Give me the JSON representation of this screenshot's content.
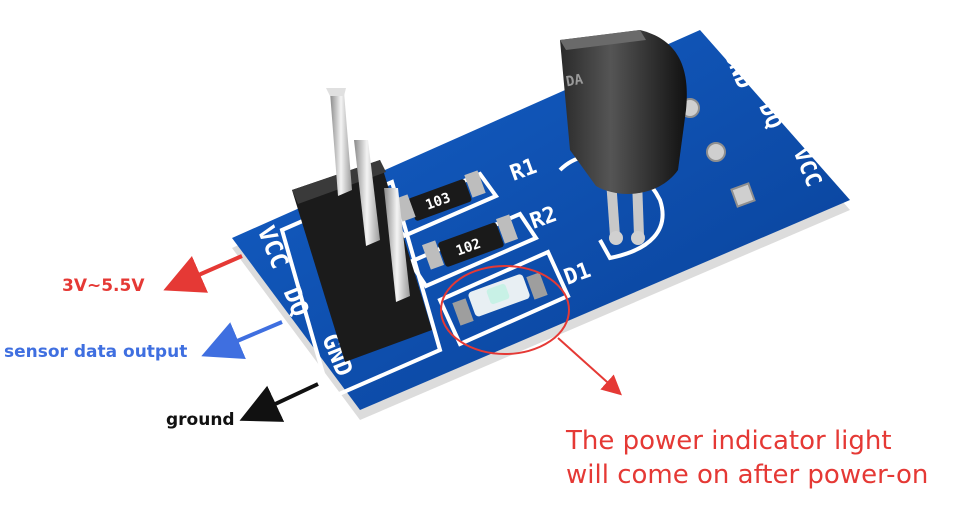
{
  "colors": {
    "vcc": "#e53935",
    "data": "#3f6fe0",
    "ground": "#111111",
    "note": "#e53935",
    "pcb": "#0b4fb0",
    "silkscreen": "#ffffff"
  },
  "callouts": {
    "vcc": "3V~5.5V",
    "data": "sensor data output",
    "ground": "ground"
  },
  "note": {
    "line1": "The power indicator light",
    "line2": "will come on after power-on"
  },
  "board": {
    "pins_left": [
      "VCC",
      "DQ",
      "GND"
    ],
    "pins_right": [
      "GND",
      "DQ",
      "VCC"
    ],
    "r1_label": "R1",
    "r2_label": "R2",
    "d1_label": "D1",
    "r1_code": "103",
    "r2_code": "102",
    "chip_marking": "DA"
  }
}
